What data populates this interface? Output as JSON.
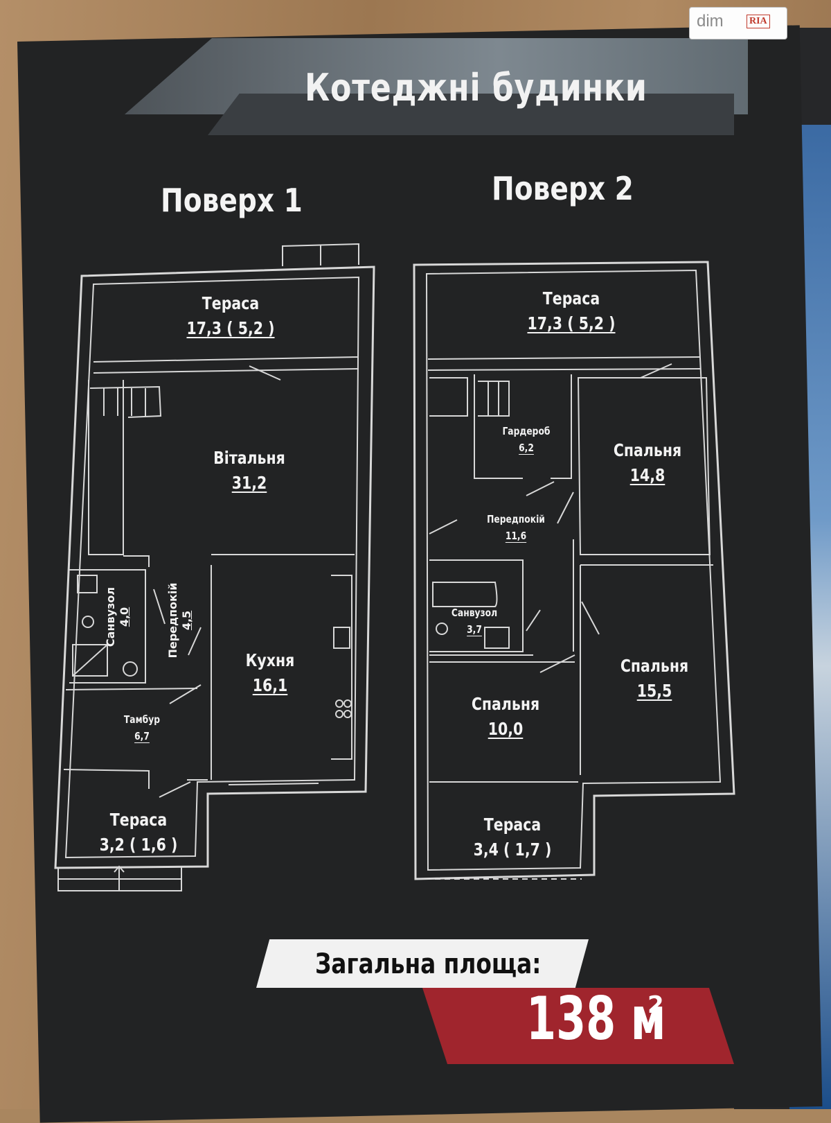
{
  "title": "Котеджні будинки",
  "floor1": {
    "heading": "Поверх 1",
    "rooms": {
      "terrace_top": {
        "name": "Тераса",
        "area": "17,3 ( 5,2 )"
      },
      "living": {
        "name": "Вітальня",
        "area": "31,2"
      },
      "bathroom": {
        "name": "Санвузол",
        "area": "4,0"
      },
      "hall": {
        "name": "Передпокій",
        "area": "4,5"
      },
      "kitchen": {
        "name": "Кухня",
        "area": "16,1"
      },
      "vestibule": {
        "name": "Тамбур",
        "area": "6,7"
      },
      "terrace_bottom": {
        "name": "Тераса",
        "area": "3,2 ( 1,6 )"
      }
    }
  },
  "floor2": {
    "heading": "Поверх 2",
    "rooms": {
      "terrace_top": {
        "name": "Тераса",
        "area": "17,3 ( 5,2 )"
      },
      "wardrobe": {
        "name": "Гардероб",
        "area": "6,2"
      },
      "bedroom1": {
        "name": "Спальня",
        "area": "14,8"
      },
      "hall": {
        "name": "Передпокій",
        "area": "11,6"
      },
      "bathroom": {
        "name": "Санвузол",
        "area": "3,7"
      },
      "bedroom2": {
        "name": "Спальня",
        "area": "15,5"
      },
      "bedroom3": {
        "name": "Спальня",
        "area": "10,0"
      },
      "terrace_bottom": {
        "name": "Тераса",
        "area": "3,4 ( 1,7 )"
      }
    }
  },
  "total": {
    "label": "Загальна площа:",
    "value": "138 м",
    "unit_sup": "2"
  },
  "watermark": {
    "dim": "dim",
    "ria": "RIA"
  },
  "colors": {
    "page": "#222324",
    "accent_red": "#a0252d",
    "walls": "#8b8c8e",
    "text": "#f3f3f3"
  }
}
